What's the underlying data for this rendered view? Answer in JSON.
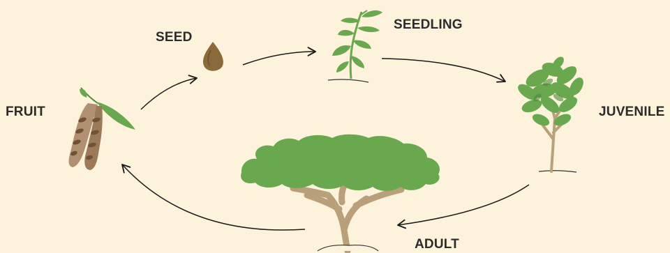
{
  "diagram": {
    "stages": {
      "seed": "SEED",
      "seedling": "SEEDLING",
      "juvenile": "JUVENILE",
      "adult": "ADULT",
      "fruit": "FRUIT"
    },
    "colors": {
      "background": "#fdf3dc",
      "leaf_green": "#6aa84f",
      "dark_green": "#4e8a3a",
      "seed_brown": "#8a6a3a",
      "trunk": "#b9a07a",
      "pod_tan": "#b09070",
      "pod_dark": "#8a6a4a",
      "arrow": "#1a1a1a"
    },
    "icons": [
      "seed-icon",
      "seedling-icon",
      "juvenile-tree-icon",
      "adult-tree-icon",
      "fruit-pod-icon"
    ]
  }
}
